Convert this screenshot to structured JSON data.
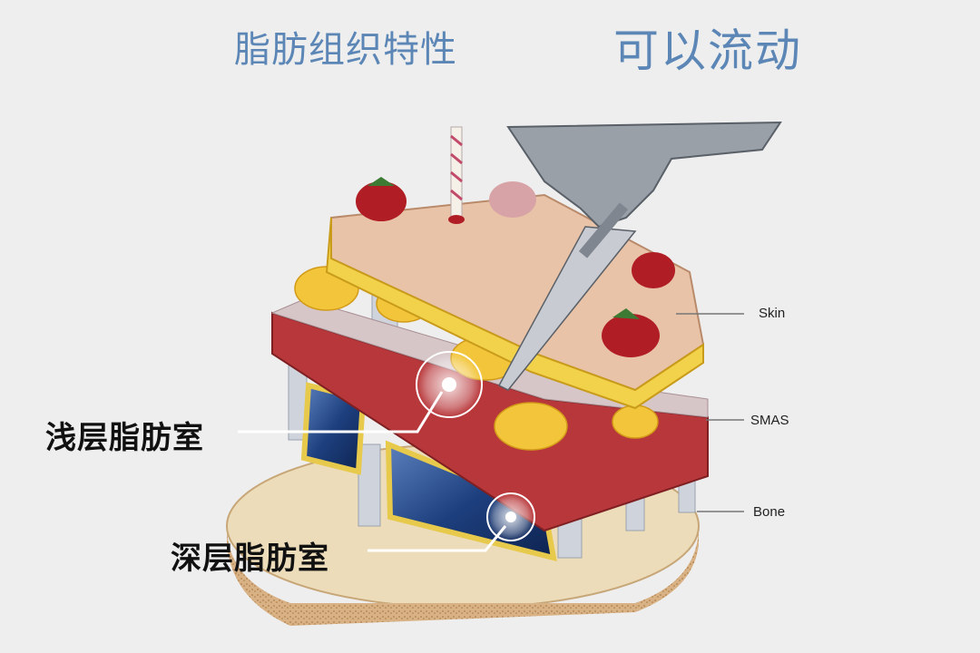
{
  "titles": {
    "left": "脂肪组织特性",
    "right": "可以流动"
  },
  "layer_labels": {
    "skin": "Skin",
    "smas": "SMAS",
    "bone": "Bone"
  },
  "zone_labels": {
    "superficial": "浅层脂肪室",
    "deep": "深层脂肪室"
  },
  "colors": {
    "title": "#5b86b6",
    "skin": "#e8c3a8",
    "fat": "#f2d24a",
    "muscle": "#b8373a",
    "bone": "#d9b98c",
    "cavity": "#2a4f8f",
    "glove": "#9aa0a8"
  }
}
